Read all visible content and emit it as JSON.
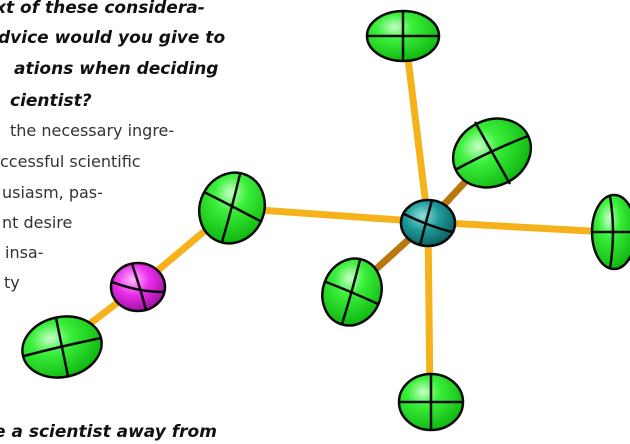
{
  "article": {
    "question_lines": [
      "xt of these considera-",
      "dvice would you give to",
      "ations when deciding",
      "cientist?"
    ],
    "answer_lines": [
      "the necessary ingre-",
      "ccessful scientific",
      "usiasm, pas-",
      "nt desire",
      "insa-",
      "ty"
    ],
    "next_question": "e a scientist away from"
  },
  "figure": {
    "colors": {
      "fluorine": "#2ee82e",
      "central_atom": "#1f8f8f",
      "bridging_atom": "#e624e6",
      "bond_light": "#f5b21a",
      "bond_dark": "#b8780f",
      "outline": "#0a0a0a"
    }
  }
}
